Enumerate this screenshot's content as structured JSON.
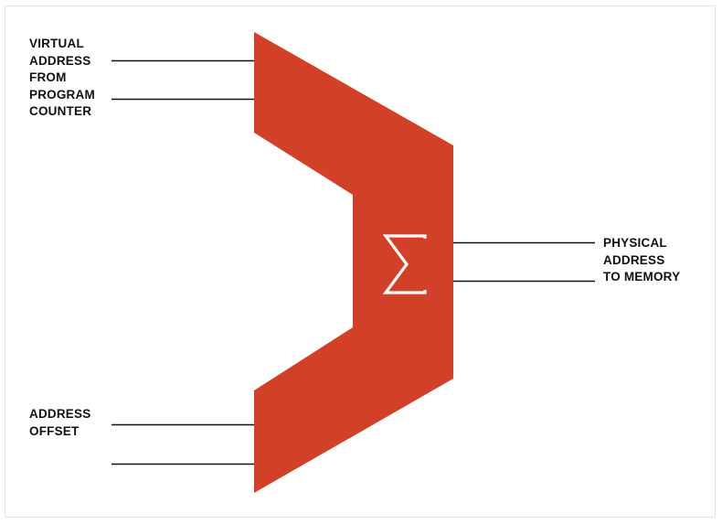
{
  "diagram": {
    "input_a_label": [
      "VIRTUAL",
      "ADDRESS",
      "FROM",
      "PROGRAM",
      "COUNTER"
    ],
    "input_b_label": [
      "ADDRESS",
      "OFFSET"
    ],
    "output_label": [
      "PHYSICAL",
      "ADDRESS",
      "TO MEMORY"
    ],
    "operator_symbol": "Σ",
    "colors": {
      "adder_fill": "#d24027",
      "wire": "#111111",
      "symbol": "#ffffff",
      "frame": "#e2e2e2"
    }
  }
}
